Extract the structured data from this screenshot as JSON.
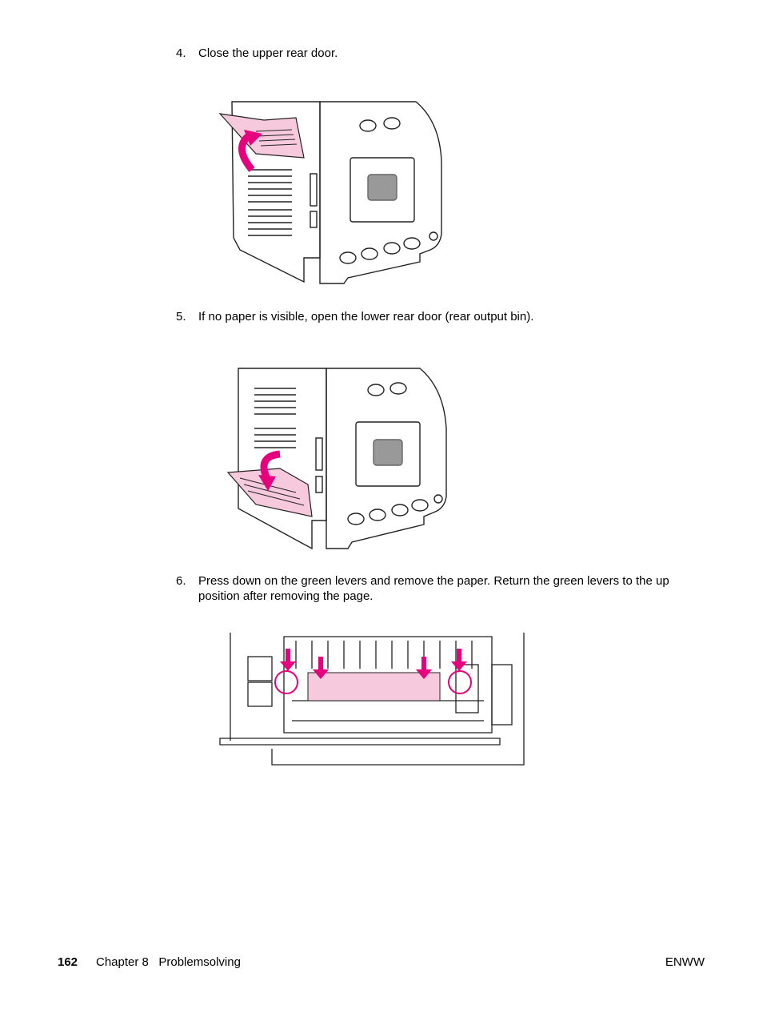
{
  "steps": [
    {
      "number": "4.",
      "text": "Close the upper rear door."
    },
    {
      "number": "5.",
      "text": "If no paper is visible, open the lower rear door (rear output bin)."
    },
    {
      "number": "6.",
      "text": "Press down on the green levers and remove the paper. Return the green levers to the up position after removing the page."
    }
  ],
  "footer": {
    "page_number": "162",
    "chapter": "Chapter 8   Problemsolving",
    "right_label": "ENWW"
  },
  "colors": {
    "accent_pink": "#e6007e",
    "highlight_fill": "#f7c9dc",
    "line": "#222222"
  }
}
